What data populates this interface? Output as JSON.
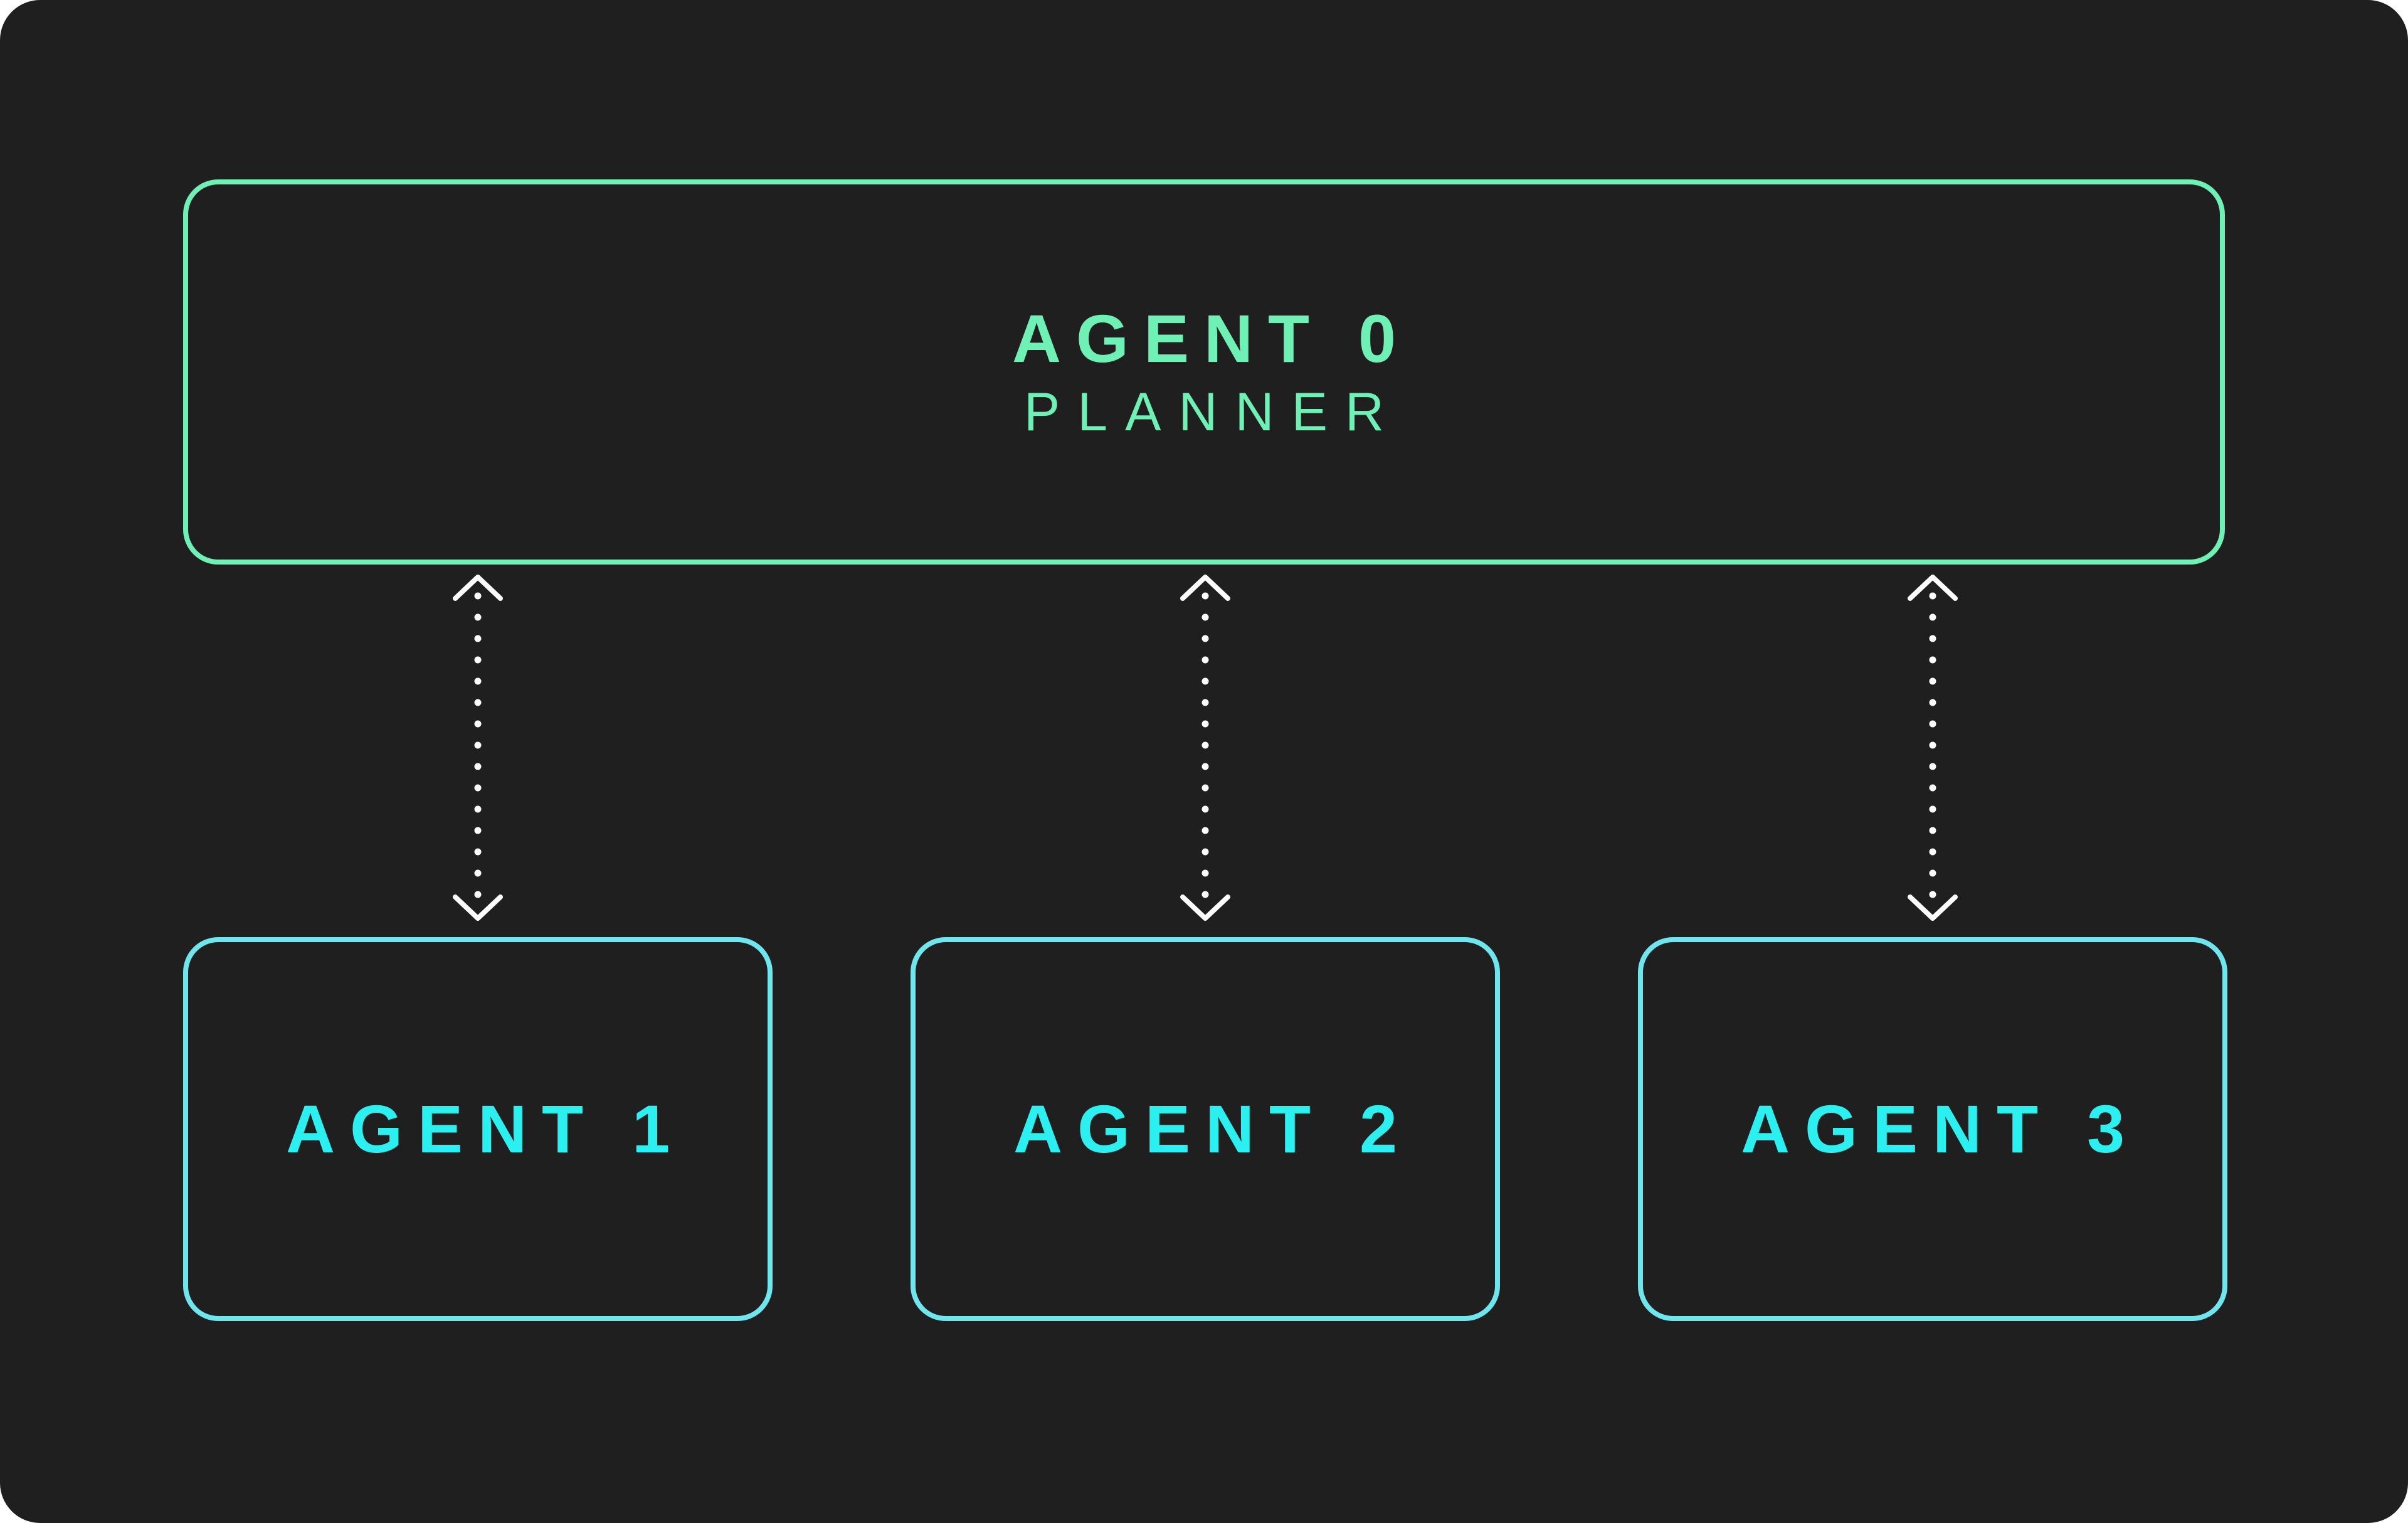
{
  "colors": {
    "background": "#1f1f1f",
    "planner_accent": "#6ff0b4",
    "agent_accent": "#2cf0f0",
    "agent_border": "#6fe6ee",
    "connector": "#ffffff"
  },
  "planner": {
    "title": "AGENT 0",
    "subtitle": "PLANNER"
  },
  "agents": [
    {
      "title": "AGENT 1"
    },
    {
      "title": "AGENT 2"
    },
    {
      "title": "AGENT 3"
    }
  ],
  "connectors": [
    {
      "from": "AGENT 0",
      "to": "AGENT 1",
      "style": "dotted",
      "arrows": "both"
    },
    {
      "from": "AGENT 0",
      "to": "AGENT 2",
      "style": "dotted",
      "arrows": "both"
    },
    {
      "from": "AGENT 0",
      "to": "AGENT 3",
      "style": "dotted",
      "arrows": "both"
    }
  ]
}
